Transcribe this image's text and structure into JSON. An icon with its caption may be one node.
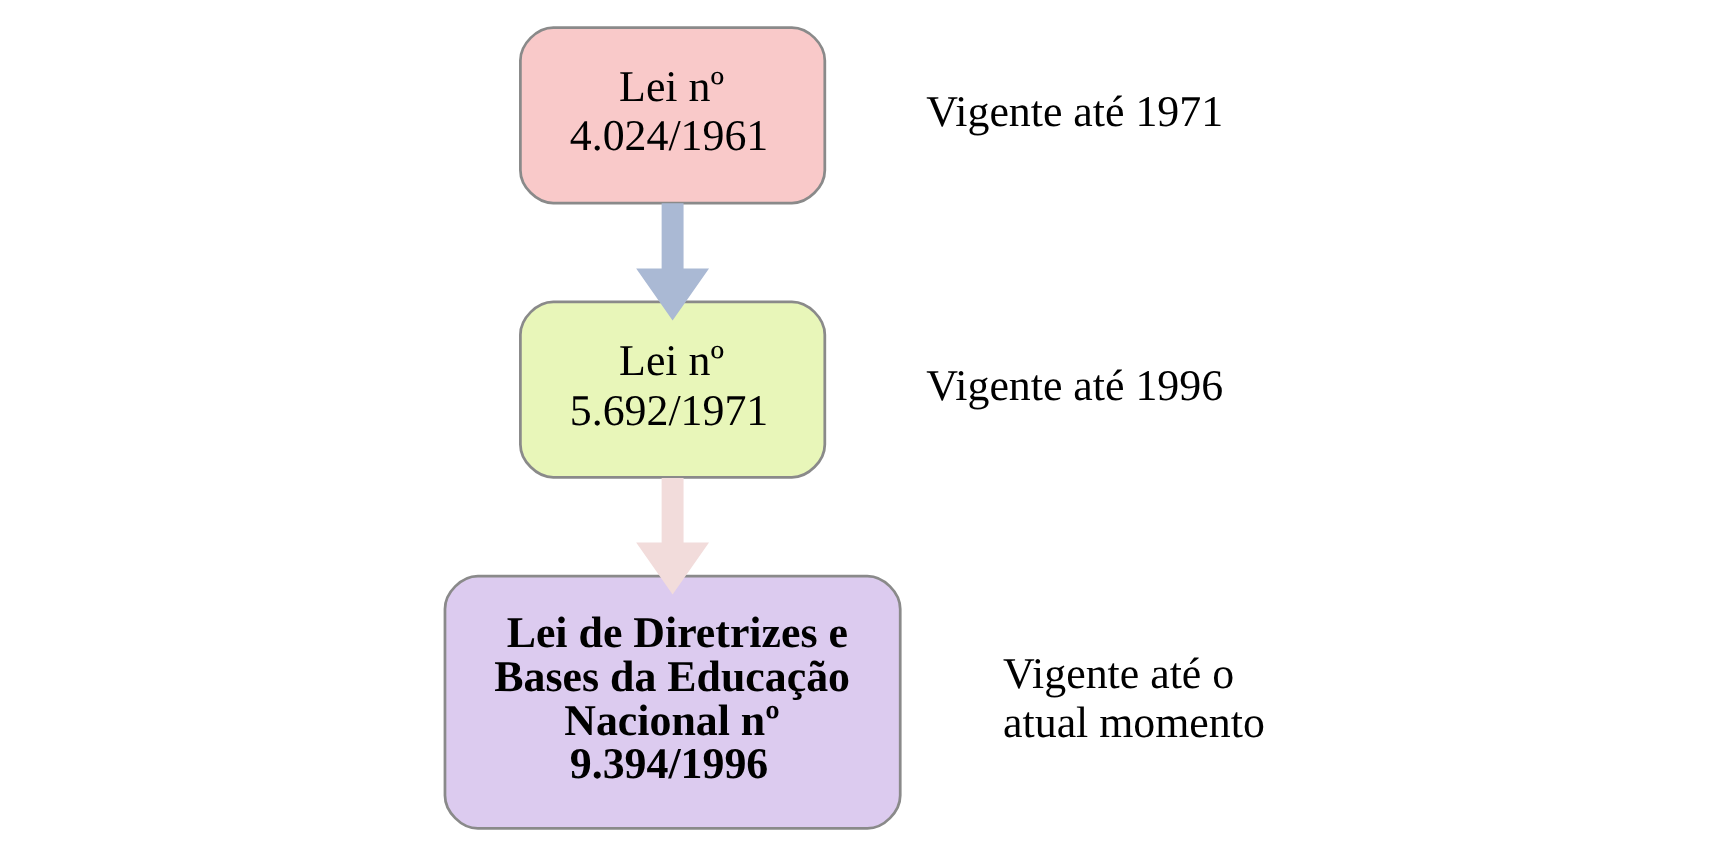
{
  "diagram": {
    "nodes": [
      {
        "text": [
          "Lei nº 4.024/1961"
        ],
        "beside": [
          "Vigente até 1971"
        ]
      },
      {
        "text": [
          "Lei nº 5.692/1971"
        ],
        "beside": [
          "Vigente até 1996"
        ]
      },
      {
        "text": [
          "Lei de Diretrizes e Bases da Educação Nacional nº 9.394/1996"
        ],
        "beside": [
          "Vigente até o atual momento"
        ]
      }
    ],
    "edges": [
      {
        "from": 0,
        "to": 1,
        "arrow": "to",
        "color": "#aab9d4"
      },
      {
        "from": 1,
        "to": 2,
        "arrow": "to",
        "color": "#f2dcdb"
      }
    ]
  }
}
